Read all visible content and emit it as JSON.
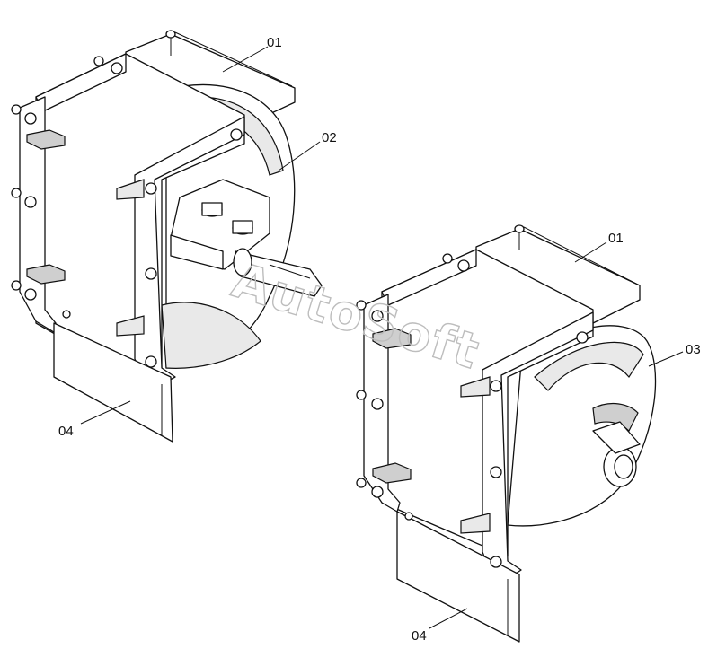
{
  "watermark": "AutoSoft",
  "labels": {
    "left_01": "01",
    "left_02": "02",
    "left_04": "04",
    "right_01": "01",
    "right_03": "03",
    "right_04": "04"
  }
}
